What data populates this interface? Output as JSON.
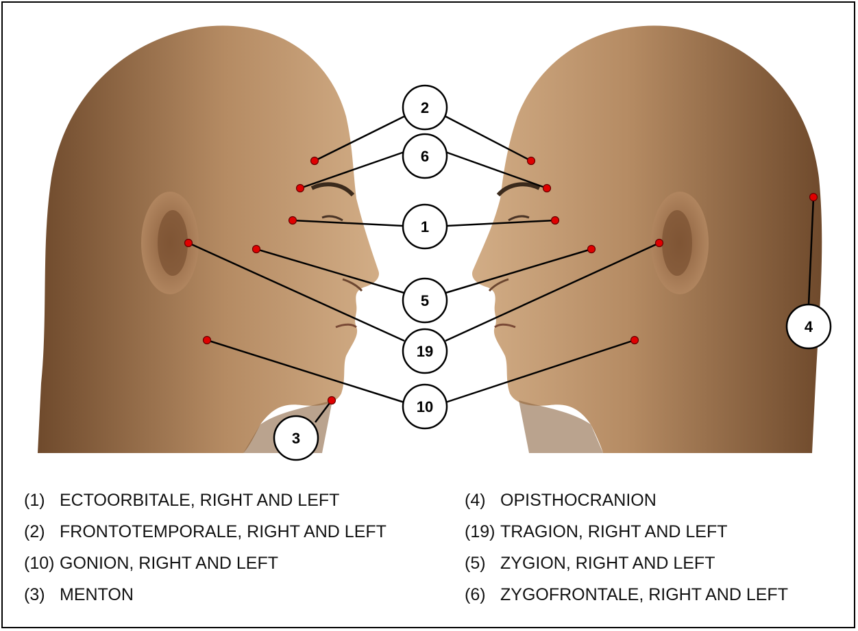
{
  "callouts": {
    "c1": "1",
    "c2": "2",
    "c3": "3",
    "c4": "4",
    "c5": "5",
    "c6": "6",
    "c10": "10",
    "c19": "19"
  },
  "legend": {
    "left": [
      {
        "num": "(1)",
        "text": "ECTOORBITALE, RIGHT AND LEFT"
      },
      {
        "num": "(2)",
        "text": "FRONTOTEMPORALE, RIGHT AND LEFT"
      },
      {
        "num": "(10)",
        "text": "GONION, RIGHT AND LEFT"
      },
      {
        "num": "(3)",
        "text": "MENTON"
      }
    ],
    "right": [
      {
        "num": "(4)",
        "text": "OPISTHOCRANION"
      },
      {
        "num": "(19)",
        "text": "TRAGION, RIGHT AND LEFT"
      },
      {
        "num": "(5)",
        "text": "ZYGION, RIGHT AND LEFT"
      },
      {
        "num": "(6)",
        "text": "ZYGOFRONTALE, RIGHT AND LEFT"
      }
    ]
  },
  "colors": {
    "landmark_dot": "#e00000",
    "skin_light": "#c9a27a",
    "skin_dark": "#7a5434",
    "line": "#000000"
  }
}
